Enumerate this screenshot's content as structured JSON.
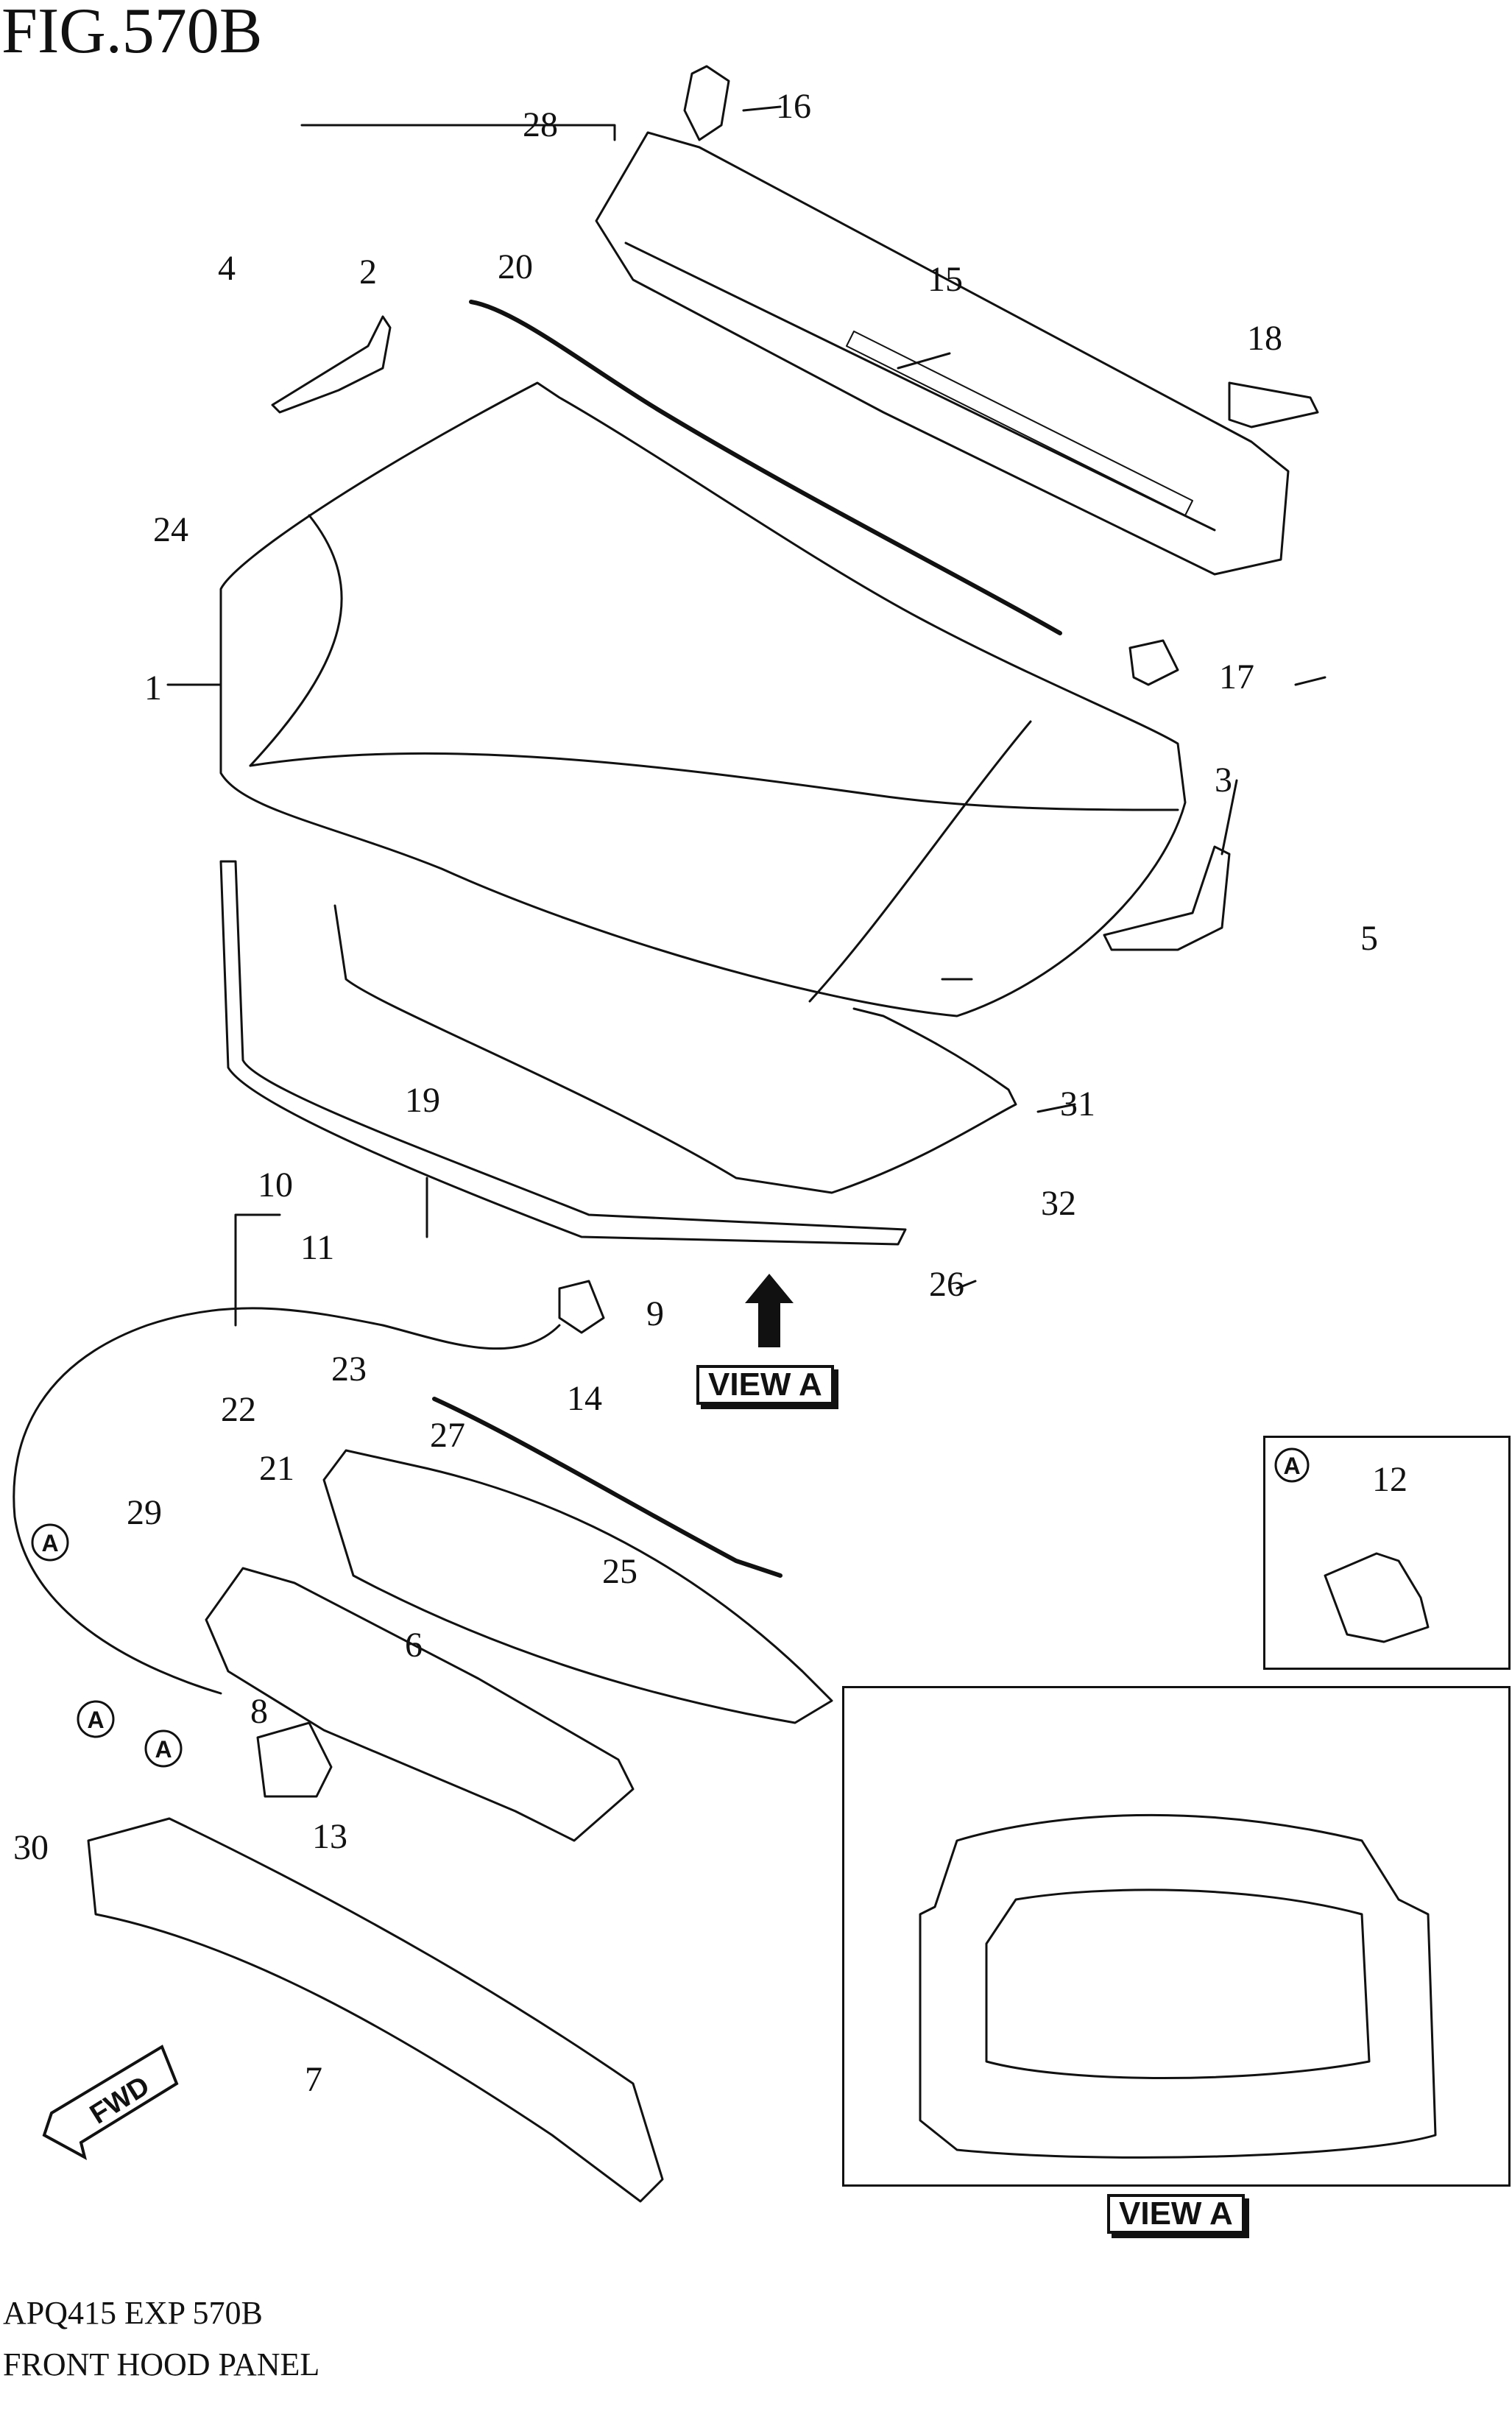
{
  "figure": {
    "title": "FIG.570B",
    "footer_code": "APQ415 EXP 570B",
    "footer_name": "FRONT HOOD PANEL"
  },
  "labels": {
    "view_a": "VIEW A",
    "view_a_inset": "VIEW A",
    "fwd": "FWD",
    "ref_a": "A"
  },
  "callouts": [
    "1",
    "2",
    "3",
    "4",
    "5",
    "6",
    "7",
    "8",
    "9",
    "10",
    "11",
    "12",
    "13",
    "14",
    "15",
    "16",
    "17",
    "18",
    "19",
    "20",
    "21",
    "22",
    "23",
    "24",
    "25",
    "26",
    "27",
    "28",
    "29",
    "30",
    "31",
    "32"
  ]
}
